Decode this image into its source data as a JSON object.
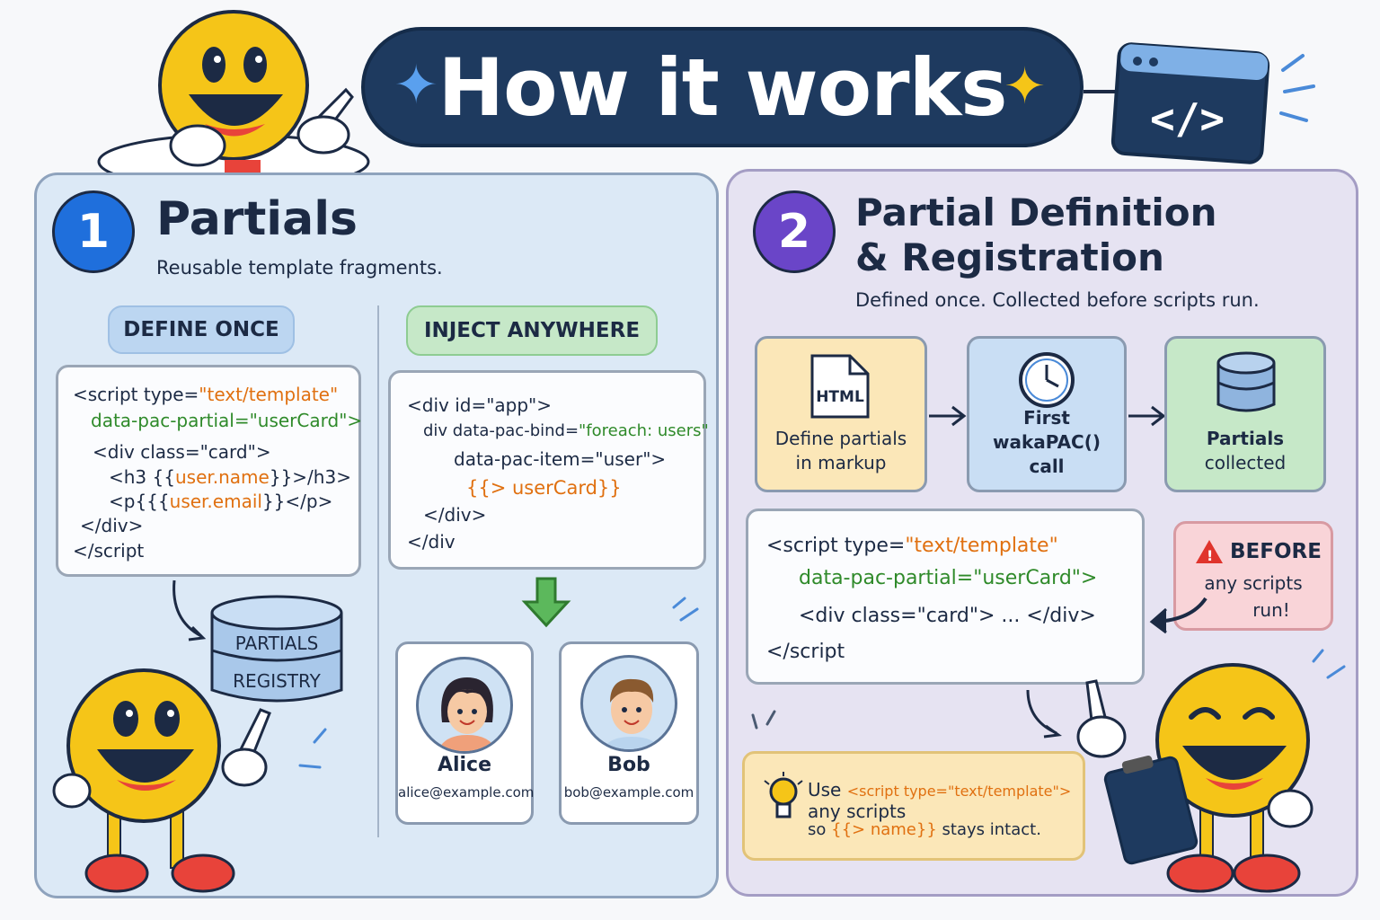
{
  "title": "How it works",
  "section1": {
    "number": "1",
    "title": "Partials",
    "subtitle": "Reusable template fragments.",
    "define_label": "DEFINE ONCE",
    "inject_label": "INJECT ANYWHERE",
    "define_code": {
      "l1a": "<script type=",
      "l1b": "\"text/template\"",
      "l2a": "data-pac-partial=",
      "l2b": "\"userCard\">",
      "l3": "<div class=\"card\">",
      "l4a": "<h3 {{",
      "l4b": "user.name",
      "l4c": "}}>/h3>",
      "l5a": "<p{{{",
      "l5b": "user.email",
      "l5c": "}}</p>",
      "l6": "</div>",
      "l7": "</script"
    },
    "inject_code": {
      "l1": "<div id=\"app\">",
      "l2a": "div data-pac-bind=",
      "l2b": "\"foreach: users\"",
      "l3": "data-pac-item=\"user\">",
      "l4": "{{> userCard}}",
      "l5": "</div>",
      "l6": "</div"
    },
    "registry": [
      "PARTIALS",
      "REGISTRY"
    ],
    "users": [
      {
        "name": "Alice",
        "email": "alice@example.com"
      },
      {
        "name": "Bob",
        "email": "bob@example.com"
      }
    ]
  },
  "section2": {
    "number": "2",
    "title_line1": "Partial Definition",
    "title_line2": "& Registration",
    "subtitle": "Defined once. Collected before scripts run.",
    "steps": [
      {
        "icon_label": "HTML",
        "text_line1": "Define partials",
        "text_line2": "in markup",
        "text_line3": ""
      },
      {
        "icon_label": "",
        "text_line1": "First",
        "text_line2": "wakaPAC()",
        "text_line3": "call"
      },
      {
        "icon_label": "",
        "text_line1": "Partials",
        "text_line2": "collected",
        "text_line3": ""
      }
    ],
    "code": {
      "l1a": "<script type=",
      "l1b": "\"text/template\"",
      "l2": "data-pac-partial=\"userCard\">",
      "l3": "<div class=\"card\"> ... </div>",
      "l4": "</script"
    },
    "before": {
      "title": "BEFORE",
      "line1": "any scripts",
      "line2": "run!"
    },
    "tip": {
      "use": "Use",
      "code": "<script type=\"text/template\">",
      "line2": "any scripts",
      "line3a": "so",
      "line3b": "{{> name}}",
      "line3c": "stays intact."
    }
  },
  "colors": {
    "navy": "#1e3a5f",
    "blue": "#1f6fdc",
    "purple": "#6a45c8",
    "orange": "#e07010",
    "green": "#2f8a2a",
    "yellow": "#f5c518"
  }
}
